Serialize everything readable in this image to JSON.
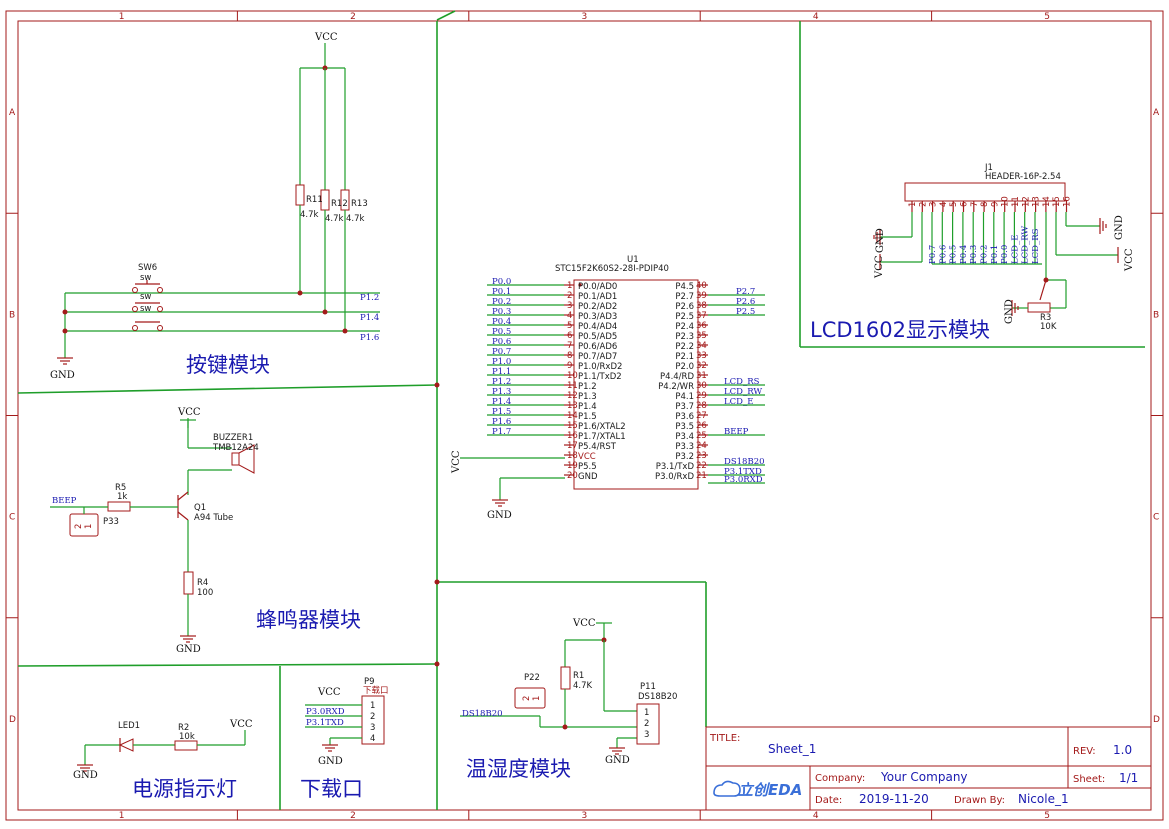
{
  "frame": {
    "cols": [
      "1",
      "2",
      "3",
      "4",
      "5"
    ],
    "rows": [
      "A",
      "B",
      "C",
      "D"
    ]
  },
  "modules": {
    "key": "按键模块",
    "buzzer": "蜂鸣器模块",
    "power": "电源指示灯",
    "download": "下载口",
    "temp": "温湿度模块",
    "lcd": "LCD1602显示模块"
  },
  "power": {
    "vcc": "VCC",
    "gnd": "GND"
  },
  "keys": {
    "r1": {
      "ref": "R11",
      "val": "4.7k"
    },
    "r2": {
      "ref": "R12",
      "val": "4.7k"
    },
    "r3": {
      "ref": "R13",
      "val": "4.7k"
    },
    "sw_ref": "SW6",
    "sw_val": "sw",
    "nets": [
      "P1.2",
      "P1.4",
      "P1.6"
    ]
  },
  "buzzer": {
    "ref": "BUZZER1",
    "part": "TMB12A24",
    "q_ref": "Q1",
    "q_val": "A94 Tube",
    "r5_ref": "R5",
    "r5_val": "1k",
    "r4_ref": "R4",
    "r4_val": "100",
    "p33": "P33",
    "beep": "BEEP"
  },
  "led": {
    "ref": "LED1",
    "r_ref": "R2",
    "r_val": "10k"
  },
  "download": {
    "ref": "P9",
    "val": "下载口",
    "nets": [
      "P3.0RXD",
      "P3.1TXD"
    ],
    "pins": [
      "1",
      "2",
      "3",
      "4"
    ]
  },
  "temp": {
    "p22": "P22",
    "p11": "P11",
    "p11_val": "DS18B20",
    "net": "DS18B20",
    "r1_ref": "R1",
    "r1_val": "4.7K",
    "pins": [
      "1",
      "2",
      "3"
    ]
  },
  "mcu": {
    "ref": "U1",
    "part": "STC15F2K60S2-28I-PDIP40",
    "left_pins": [
      "1",
      "2",
      "3",
      "4",
      "5",
      "6",
      "7",
      "8",
      "9",
      "10",
      "11",
      "12",
      "13",
      "14",
      "15",
      "16",
      "17",
      "18",
      "19",
      "20"
    ],
    "left_names": [
      "P0.0/AD0",
      "P0.1/AD1",
      "P0.2/AD2",
      "P0.3/AD3",
      "P0.4/AD4",
      "P0.5/AD5",
      "P0.6/AD6",
      "P0.7/AD7",
      "P1.0/RxD2",
      "P1.1/TxD2",
      "P1.2",
      "P1.3",
      "P1.4",
      "P1.5",
      "P1.6/XTAL2",
      "P1.7/XTAL1",
      "P5.4/RST",
      "VCC",
      "P5.5",
      "GND"
    ],
    "left_nets": [
      "P0.0",
      "P0.1",
      "P0.2",
      "P0.3",
      "P0.4",
      "P0.5",
      "P0.6",
      "P0.7",
      "P1.0",
      "P1.1",
      "P1.2",
      "P1.3",
      "P1.4",
      "P1.5",
      "P1.6",
      "P1.7"
    ],
    "right_pins": [
      "40",
      "39",
      "38",
      "37",
      "36",
      "35",
      "34",
      "33",
      "32",
      "31",
      "30",
      "29",
      "28",
      "27",
      "26",
      "25",
      "24",
      "23",
      "22",
      "21"
    ],
    "right_names": [
      "P4.5",
      "P2.7",
      "P2.6",
      "P2.5",
      "P2.4",
      "P2.3",
      "P2.2",
      "P2.1",
      "P2.0",
      "P4.4/RD",
      "P4.2/WR",
      "P4.1",
      "P3.7",
      "P3.6",
      "P3.5",
      "P3.4",
      "P3.3",
      "P3.2",
      "P3.1/TxD",
      "P3.0/RxD"
    ],
    "right_nets": [
      "",
      "P2.7",
      "P2.6",
      "P2.5",
      "",
      "",
      "",
      "",
      "",
      "",
      "LCD_RS",
      "LCD_RW",
      "LCD_E",
      "",
      "",
      "BEEP",
      "",
      "",
      "DS18B20",
      "P3.1TXD",
      "P3.0RXD"
    ]
  },
  "lcd": {
    "ref": "J1",
    "part": "HEADER-16P-2.54",
    "pins": [
      "1",
      "2",
      "3",
      "4",
      "5",
      "6",
      "7",
      "8",
      "9",
      "10",
      "11",
      "12",
      "13",
      "14",
      "15",
      "16"
    ],
    "nets": [
      "P0.7",
      "P0.6",
      "P0.5",
      "P0.4",
      "P0.3",
      "P0.2",
      "P0.1",
      "P0.0",
      "LCD_E",
      "LCD_RW",
      "LCD_RS"
    ],
    "r3_ref": "R3",
    "r3_val": "10K"
  },
  "title_block": {
    "title_label": "TITLE:",
    "title": "Sheet_1",
    "rev_label": "REV:",
    "rev": "1.0",
    "company_label": "Company:",
    "company": "Your Company",
    "sheet_label": "Sheet:",
    "sheet": "1/1",
    "date_label": "Date:",
    "date": "2019-11-20",
    "drawn_label": "Drawn By:",
    "drawn": "Nicole_1",
    "logo": "立创EDA"
  }
}
